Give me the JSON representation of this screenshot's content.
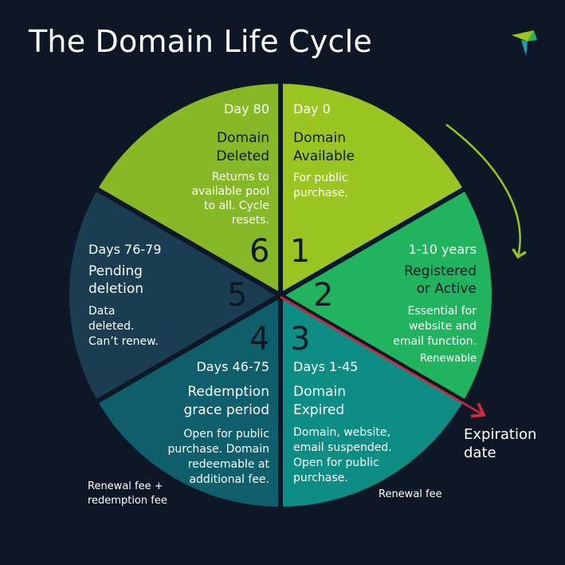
{
  "title": "The Domain Life Cycle",
  "colors": {
    "background": "#0d1726",
    "segment_1": "#9bc521",
    "segment_2": "#22b35e",
    "segment_3": "#0d8d83",
    "segment_4": "#0e5e6c",
    "segment_5": "#1b3d51",
    "segment_6": "#86b828",
    "arrow_green": "#9bc521",
    "arrow_red": "#d6263f"
  },
  "segments": [
    {
      "number": "1",
      "day": "Day 0",
      "title": "Domain Available",
      "desc": "For public purchase.",
      "title_l1": "Domain",
      "title_l2": "Available",
      "desc_l1": "For public",
      "desc_l2": "purchase."
    },
    {
      "number": "2",
      "day": "1-10 years",
      "title_l1": "Registered",
      "title_l2": "or Active",
      "desc_l1": "Essential for",
      "desc_l2": "website and",
      "desc_l3": "email function.",
      "tag": "Renewable"
    },
    {
      "number": "3",
      "day": "Days 1-45",
      "title_l1": "Domain",
      "title_l2": "Expired",
      "desc_l1": "Domain, website,",
      "desc_l2": "email suspended.",
      "desc_l3": "Open for public",
      "desc_l4": "purchase.",
      "tag": "Renewal fee"
    },
    {
      "number": "4",
      "day": "Days 46-75",
      "title_l1": "Redemption",
      "title_l2": "grace period",
      "desc_l1": "Open for public",
      "desc_l2": "purchase. Domain",
      "desc_l3": "redeemable at",
      "desc_l4": "additional fee.",
      "tag_l1": "Renewal fee +",
      "tag_l2": "redemption fee"
    },
    {
      "number": "5",
      "day": "Days 76-79",
      "title_l1": "Pending",
      "title_l2": "deletion",
      "desc_l1": "Data",
      "desc_l2": "deleted.",
      "desc_l3": "Can’t renew."
    },
    {
      "number": "6",
      "day": "Day 80",
      "title_l1": "Domain",
      "title_l2": "Deleted",
      "desc_l1": "Returns to",
      "desc_l2": "available pool",
      "desc_l3": "to all. Cycle",
      "desc_l4": "resets."
    }
  ],
  "expiration_label_l1": "Expiration",
  "expiration_label_l2": "date",
  "logo_icon": "logo-icon"
}
